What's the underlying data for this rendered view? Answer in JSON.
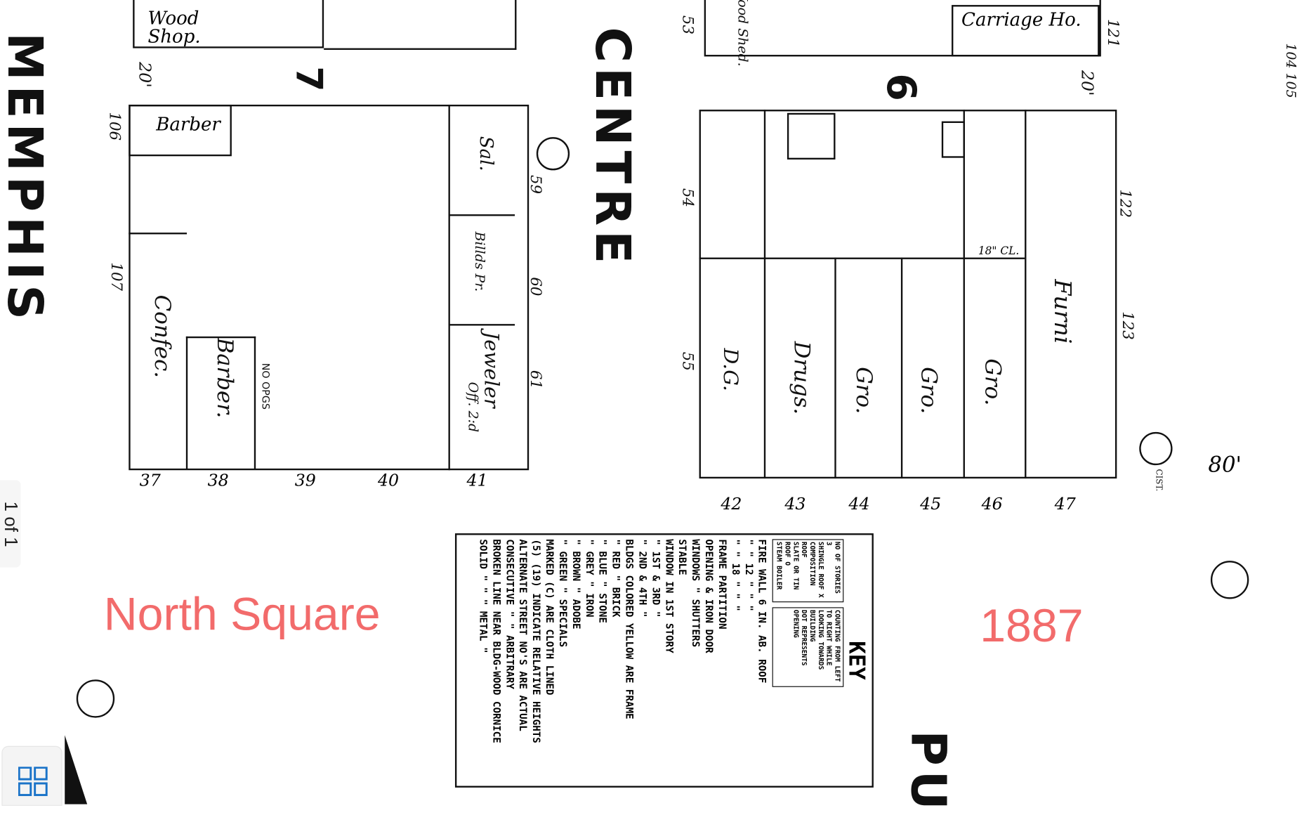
{
  "viewer": {
    "page_indicator": "1 of 1",
    "grid_icon": "grid-icon"
  },
  "overlay": {
    "title": "North Square",
    "year": "1887",
    "accent_color": "#f26b6b"
  },
  "map": {
    "streets": [
      "MEMPHIS",
      "CENTRE",
      "PU"
    ],
    "block_numbers": [
      "7",
      "6"
    ],
    "buildings": {
      "wood_shop": "Wood Shop.",
      "barber_top": "Barber",
      "confec": "Confec.",
      "barber_lower": "Barber.",
      "sal": "Sal.",
      "billiards": "Billds Pr.",
      "jeweler": "Jeweler",
      "jeweler_office": "Off. 2:d",
      "carriage": "Carriage Ho.",
      "wood_shed": "Wood Shed.",
      "furni": "Furni",
      "dg": "D.G.",
      "drugs": "Drugs.",
      "gro1": "Gro.",
      "gro2": "Gro.",
      "gro3": "Gro.",
      "no_opgs": "NO OPGS"
    },
    "lot_numbers": [
      "37",
      "38",
      "39",
      "40",
      "41",
      "42",
      "43",
      "44",
      "45",
      "46",
      "47"
    ],
    "house_numbers": {
      "h106": "106",
      "h107": "107",
      "h53": "53",
      "h54": "54",
      "h55": "55",
      "h59": "59",
      "h60": "60",
      "h61": "61",
      "h121": "121",
      "h122": "122",
      "h123": "123",
      "h104": "104 105"
    },
    "dimensions": {
      "d20a": "20'",
      "d20b": "20'",
      "d80": "80'"
    },
    "cistern": "CIST.",
    "wall": "18\" CL."
  },
  "key": {
    "title": "KEY",
    "lines": [
      "FIRE WALL 6 IN. AB. ROOF",
      "  \"   \"  12 \"   \"   \"",
      "  \"   \"  18 \"   \"   \"",
      "FRAME PARTITION",
      "OPENING & IRON DOOR",
      "WINDOWS \"  SHUTTERS",
      "STABLE",
      "WINDOW IN 1ST STORY",
      "   \"   1ST & 3RD \"",
      "   \"   2ND & 4TH \"",
      "BLDGS COLORED YELLOW ARE FRAME",
      "      \"     RED    \"  BRICK",
      "      \"     BLUE   \"  STONE",
      "      \"     GREY   \"  IRON",
      "      \"     BROWN  \"  ADOBE",
      "      \"     GREEN  \"  SPECIALS",
      "MARKED (C) ARE CLOTH LINED",
      "(5) (19) INDICATE RELATIVE HEIGHTS",
      "ALTERNATE STREET NO'S ARE ACTUAL",
      "CONSECUTIVE  \"  \"  ARBITRARY",
      "BROKEN LINE NEAR BLDG-WOOD CORNICE",
      "SOLID   \"    \"    \"   METAL  \""
    ],
    "legend_small": [
      "NO OF STORIES 3",
      "SHINGLE ROOF X",
      "COMPOSITION ROOF",
      "SLATE OR TIN ROOF O",
      "STEAM BOILER",
      "COUNTING FROM LEFT TO RIGHT WHILE LOOKING TOWARDS BUILDING",
      "DOT REPRESENTS OPENING"
    ]
  }
}
